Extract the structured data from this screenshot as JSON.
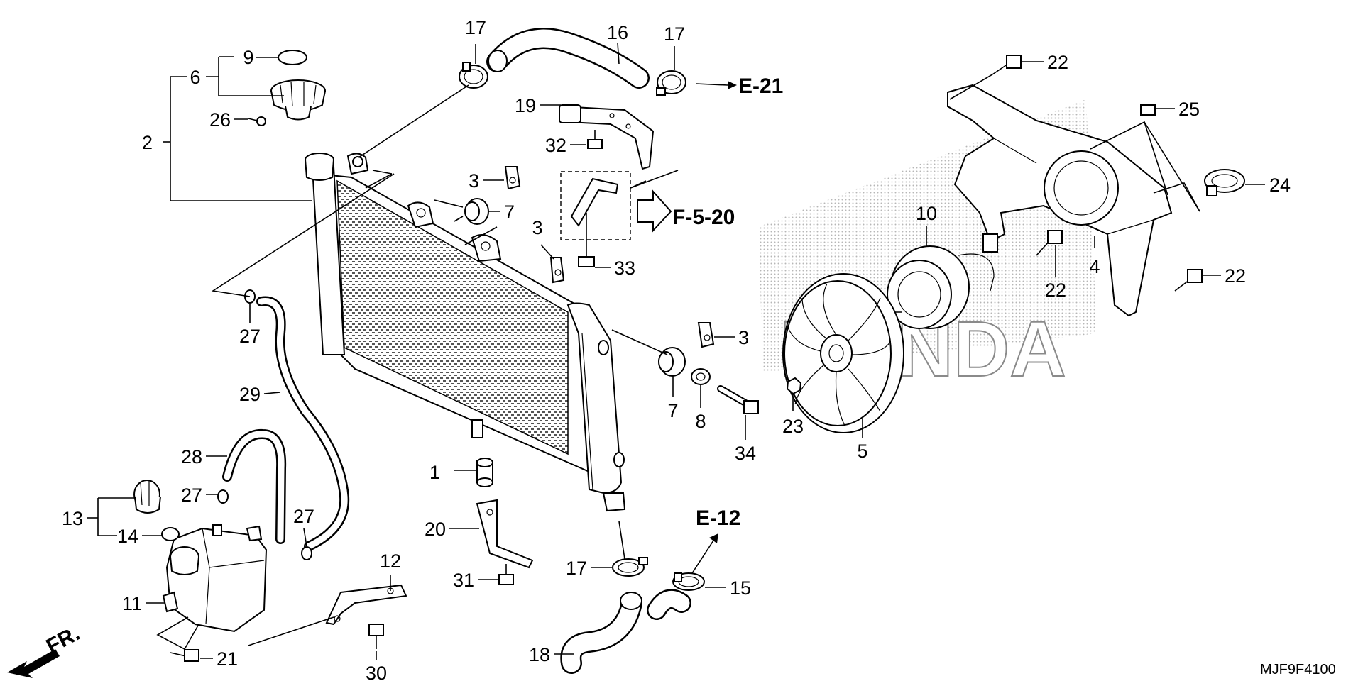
{
  "callouts": {
    "c1": "1",
    "c2": "2",
    "c3a": "3",
    "c3b": "3",
    "c3c": "3",
    "c4": "4",
    "c5": "5",
    "c6": "6",
    "c7a": "7",
    "c7b": "7",
    "c8": "8",
    "c9": "9",
    "c10": "10",
    "c11": "11",
    "c12": "12",
    "c13": "13",
    "c14": "14",
    "c15": "15",
    "c16": "16",
    "c17a": "17",
    "c17b": "17",
    "c17c": "17",
    "c18": "18",
    "c19": "19",
    "c20": "20",
    "c21": "21",
    "c22a": "22",
    "c22b": "22",
    "c22c": "22",
    "c23": "23",
    "c24": "24",
    "c25": "25",
    "c26": "26",
    "c27a": "27",
    "c27b": "27",
    "c27c": "27",
    "c28": "28",
    "c29": "29",
    "c30": "30",
    "c31": "31",
    "c32": "32",
    "c33": "33",
    "c34": "34"
  },
  "references": {
    "e21": "E-21",
    "f520": "F-5-20",
    "e12": "E-12"
  },
  "front_marker": "FR.",
  "watermark": "HONDA",
  "diagram_code": "MJF9F4100"
}
